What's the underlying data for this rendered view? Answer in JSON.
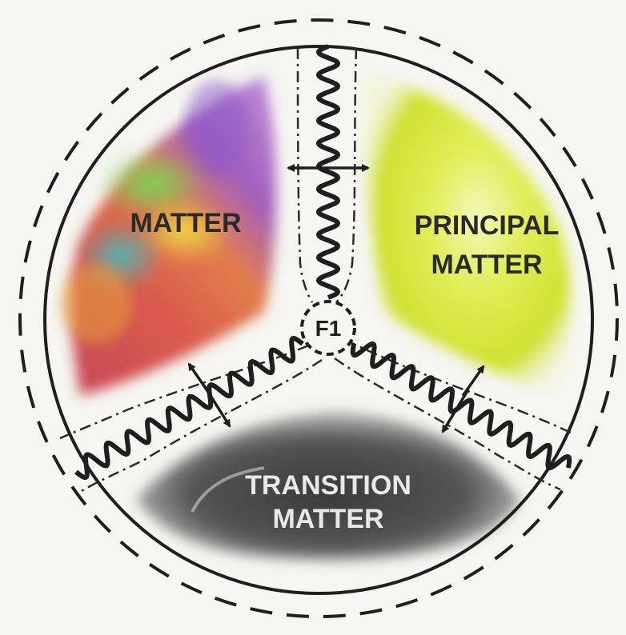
{
  "diagram": {
    "regions": [
      {
        "id": "matter",
        "lines": [
          "MATTER"
        ]
      },
      {
        "id": "principal-matter",
        "lines": [
          "PRINCIPAL",
          "MATTER"
        ]
      },
      {
        "id": "transition-matter",
        "lines": [
          "TRANSITION",
          "MATTER"
        ]
      }
    ],
    "hub_label": "F1",
    "colors": {
      "background": "#f6f5f1",
      "outline": "#1f1f1f",
      "principal_fill": "#d8e83c",
      "transition_fill": "#4a4a4a",
      "transition_text": "#e8e8e8",
      "matter_text": "#2a2a2a"
    }
  }
}
